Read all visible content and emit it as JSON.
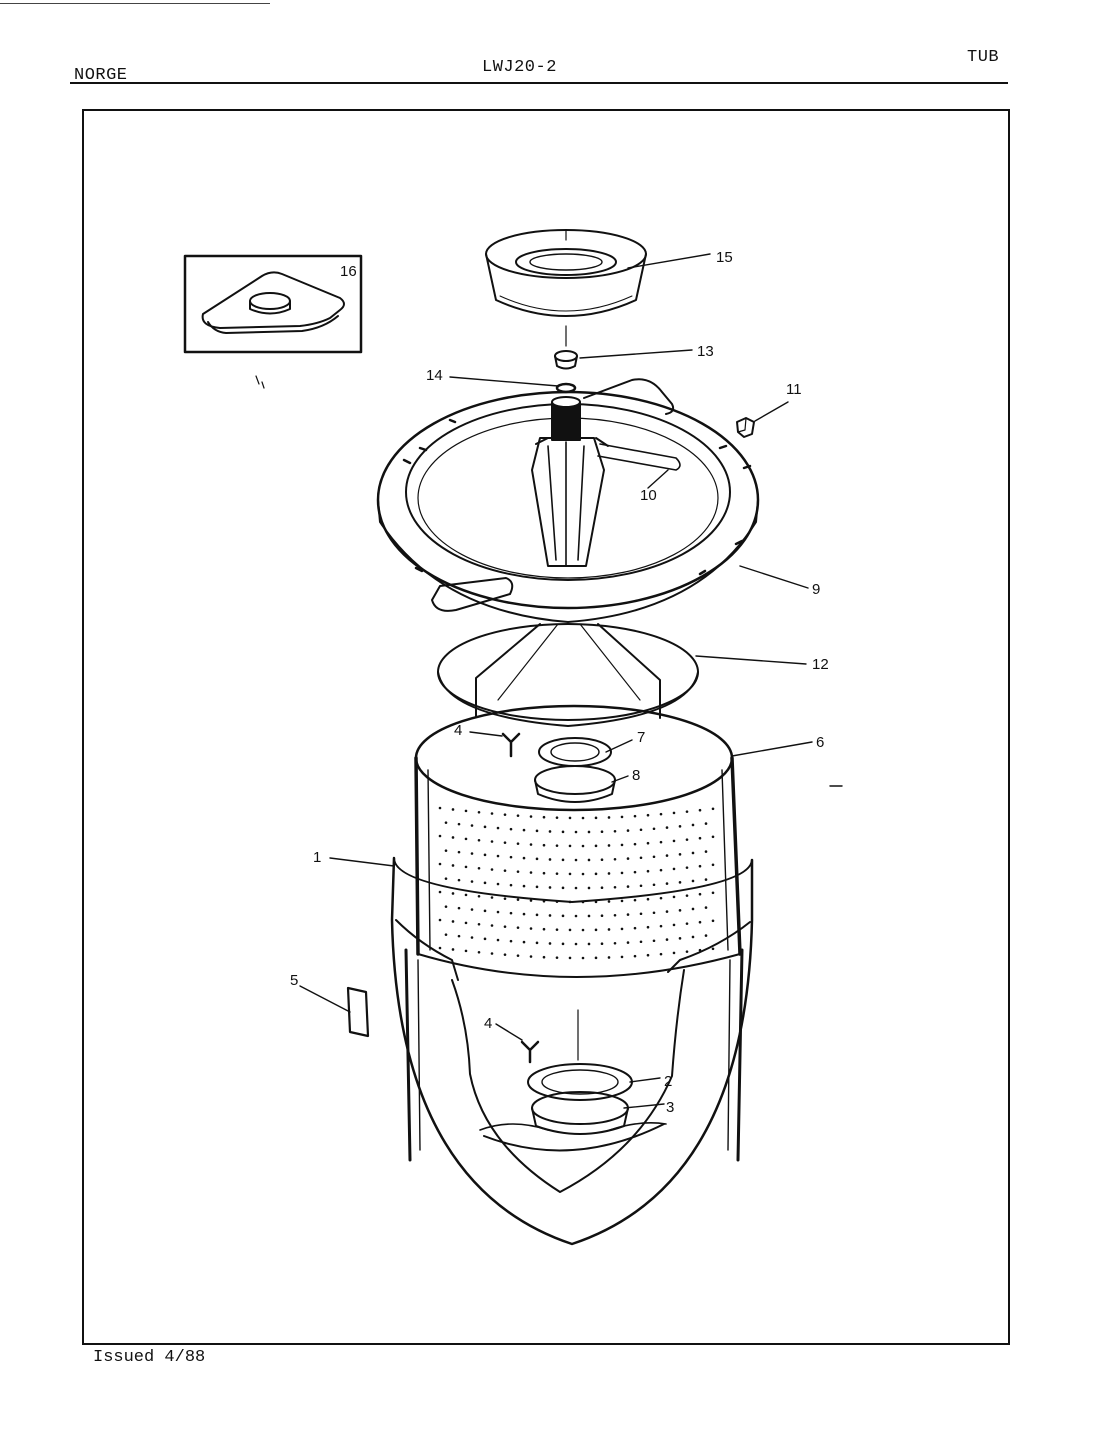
{
  "header": {
    "brand": "NORGE",
    "model": "LWJ20-2",
    "section": "TUB"
  },
  "footer": {
    "issued": "Issued 4/88"
  },
  "diagram": {
    "callouts": [
      "1",
      "2",
      "3",
      "4",
      "4",
      "5",
      "6",
      "7",
      "8",
      "9",
      "10",
      "11",
      "12",
      "13",
      "14",
      "15",
      "16"
    ]
  }
}
